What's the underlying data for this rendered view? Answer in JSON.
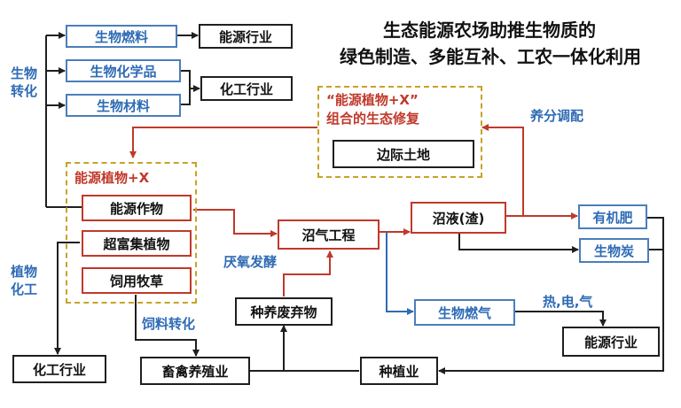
{
  "title": {
    "line1": "生态能源农场助推生物质的",
    "line2": "绿色制造、多能互补、工农一体化利用"
  },
  "labels": {
    "bio_transform": "生物\n转化",
    "plant_chem": "植物\n化工",
    "energy_plant_x": "能源植物+X",
    "x_combo_line1": "“能源植物+X”",
    "x_combo_line2": "组合的生态修复",
    "nutrient_regulation": "养分调配",
    "anaerobic": "厌氧发酵",
    "feed_conversion": "饲料转化",
    "heat_power_gas": "热,电,气"
  },
  "nodes": {
    "bio_fuel": "生物燃料",
    "bio_chem": "生物化学品",
    "bio_material": "生物材料",
    "energy_industry_top": "能源行业",
    "chem_industry_top": "化工行业",
    "marginal_land": "边际土地",
    "energy_crop": "能源作物",
    "hyper_plant": "超富集植物",
    "forage": "饲用牧草",
    "biogas_eng": "沼气工程",
    "digestate": "沼液(渣)",
    "organic_fert": "有机肥",
    "biochar": "生物炭",
    "planting_waste": "种养废弃物",
    "biogas": "生物燃气",
    "energy_industry_bottom": "能源行业",
    "chem_industry_bottom": "化工行业",
    "livestock": "畜禽养殖业",
    "planting": "种植业"
  },
  "colors": {
    "black": "#1f1f1f",
    "blue": "#4a7ebb",
    "red": "#c0392b",
    "gold": "#c9a227"
  }
}
